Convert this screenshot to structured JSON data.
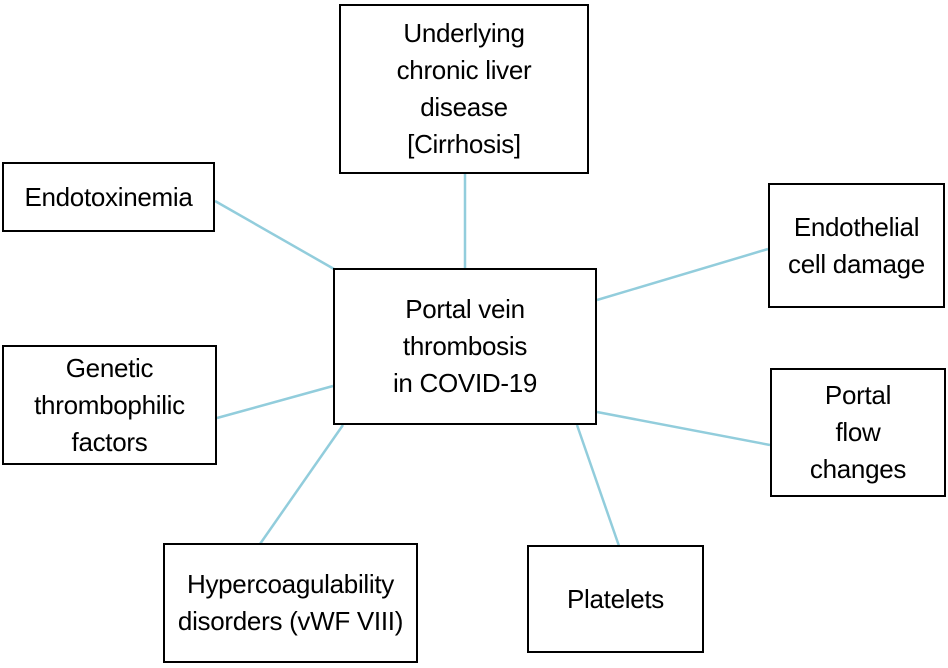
{
  "colors": {
    "connector": "#92cddc",
    "box_border": "#000000",
    "text": "#000000",
    "background": "#ffffff"
  },
  "nodes": {
    "center": {
      "label": "Portal vein\nthrombosis\nin COVID-19"
    },
    "cirrhosis": {
      "label": "Underlying\nchronic liver\ndisease\n[Cirrhosis]"
    },
    "endotoxinemia": {
      "label": "Endotoxinemia"
    },
    "genetic": {
      "label": "Genetic\nthrombophilic\nfactors"
    },
    "hypercoagulability": {
      "label": "Hypercoagulability\ndisorders (vWF VIII)"
    },
    "platelets": {
      "label": "Platelets"
    },
    "endothelial": {
      "label": "Endothelial\ncell damage"
    },
    "portal_flow": {
      "label": "Portal\nflow\nchanges"
    }
  },
  "connections": [
    {
      "from": "center",
      "to": "cirrhosis"
    },
    {
      "from": "center",
      "to": "endotoxinemia"
    },
    {
      "from": "center",
      "to": "genetic"
    },
    {
      "from": "center",
      "to": "hypercoagulability"
    },
    {
      "from": "center",
      "to": "platelets"
    },
    {
      "from": "center",
      "to": "portal_flow"
    },
    {
      "from": "center",
      "to": "endothelial"
    }
  ]
}
